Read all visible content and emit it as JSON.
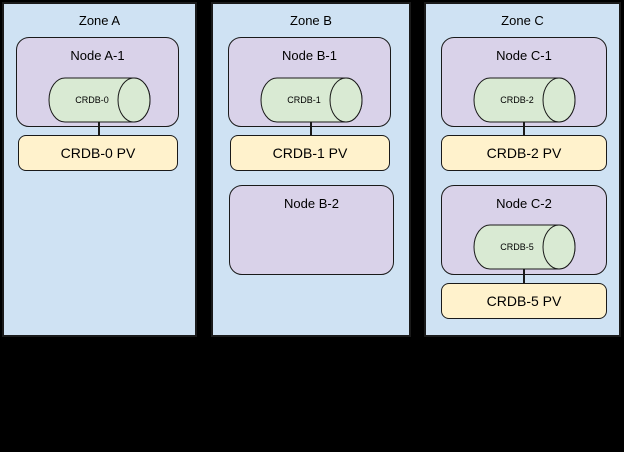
{
  "colors": {
    "background": "#000000",
    "zone_fill": "#cfe2f3",
    "node_fill": "#d9d2e9",
    "db_fill": "#d9ead3",
    "pv_fill": "#fff2cc",
    "border": "#1a1a1a"
  },
  "zones": [
    {
      "label": "Zone A",
      "nodes": [
        {
          "label": "Node A-1",
          "db_label": "CRDB-0",
          "pv_label": "CRDB-0 PV"
        }
      ]
    },
    {
      "label": "Zone B",
      "nodes": [
        {
          "label": "Node B-1",
          "db_label": "CRDB-1",
          "pv_label": "CRDB-1 PV"
        },
        {
          "label": "Node B-2"
        }
      ]
    },
    {
      "label": "Zone C",
      "nodes": [
        {
          "label": "Node C-1",
          "db_label": "CRDB-2",
          "pv_label": "CRDB-2 PV"
        },
        {
          "label": "Node C-2",
          "db_label": "CRDB-5",
          "pv_label": "CRDB-5 PV"
        }
      ]
    }
  ]
}
